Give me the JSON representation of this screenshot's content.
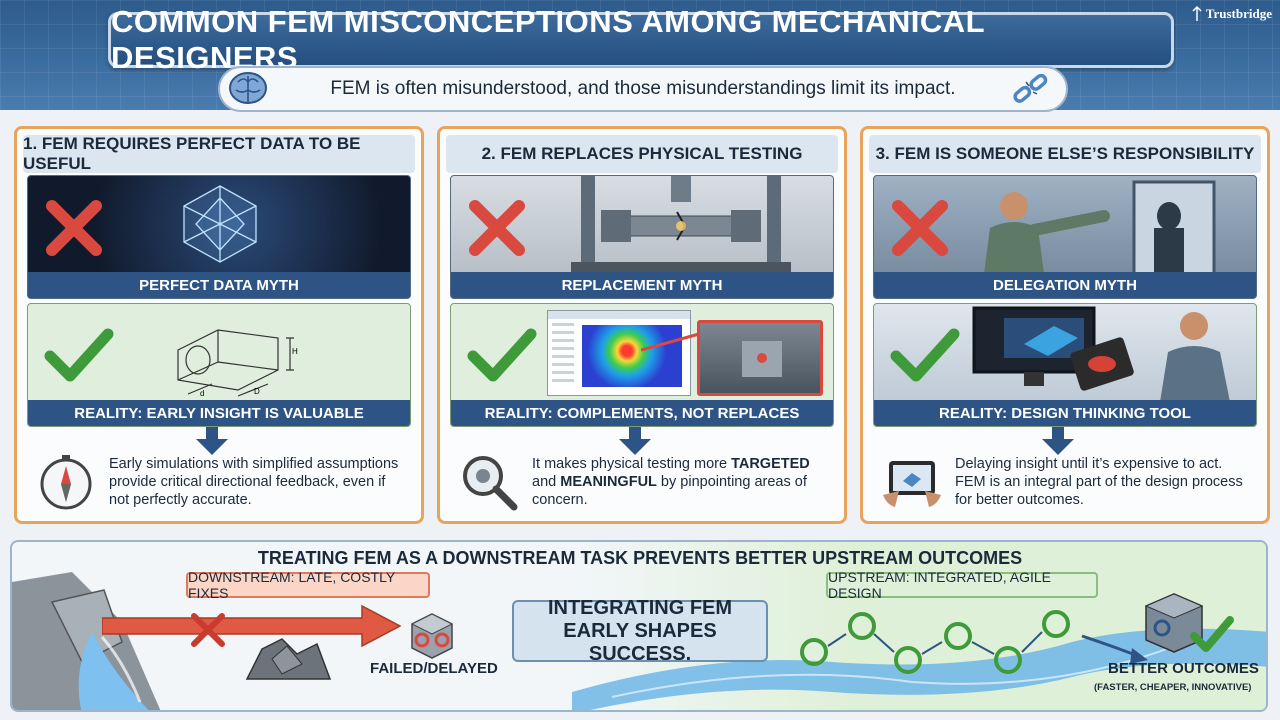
{
  "header": {
    "title": "COMMON FEM MISCONCEPTIONS AMONG MECHANICAL DESIGNERS",
    "subtitle": "FEM is often  misunderstood, and those misunderstandings limit its impact.",
    "brand": "Trustbridge"
  },
  "panels": [
    {
      "title": "1. FEM REQUIRES PERFECT DATA TO BE USEFUL",
      "myth_label": "PERFECT DATA MYTH",
      "reality_label": "REALITY: EARLY INSIGHT IS VALUABLE",
      "sketch_labels": [
        "H",
        "d",
        "D"
      ],
      "text": "Early simulations with simplified assumptions provide critical directional feedback, even if not perfectly accurate.",
      "icon": "compass-icon"
    },
    {
      "title": "2. FEM REPLACES PHYSICAL TESTING",
      "myth_label": "REPLACEMENT MYTH",
      "reality_label": "REALITY: COMPLEMENTS, NOT REPLACES",
      "text_before": "It makes physical testing more ",
      "text_bold1": "TARGETED",
      "text_mid": " and ",
      "text_bold2": "MEANINGFUL",
      "text_after": " by pinpointing areas of concern.",
      "icon": "magnifier-icon"
    },
    {
      "title": "3. FEM IS SOMEONE ELSE’S RESPONSIBILITY",
      "myth_label": "DELEGATION MYTH",
      "reality_label": "REALITY: DESIGN THINKING TOOL",
      "text": "Delaying insight until it’s expensive to act. FEM is an integral part of the design process for better outcomes.",
      "icon": "tablet-icon"
    }
  ],
  "bottom": {
    "title": "TREATING FEM AS A DOWNSTREAM TASK PREVENTS BETTER UPSTREAM OUTCOMES",
    "downstream_tag": "DOWNSTREAM: LATE, COSTLY FIXES",
    "upstream_tag": "UPSTREAM: INTEGRATED, AGILE DESIGN",
    "center_text": "INTEGRATING FEM EARLY SHAPES SUCCESS.",
    "failed_label": "FAILED/DELAYED",
    "better_label": "BETTER OUTCOMES",
    "better_sub": "(FASTER, CHEAPER, INNOVATIVE)"
  },
  "colors": {
    "accent_orange": "#e8a35d",
    "label_blue": "#2e5486",
    "cross_red": "#d9493f",
    "check_green": "#3f9a3a"
  }
}
